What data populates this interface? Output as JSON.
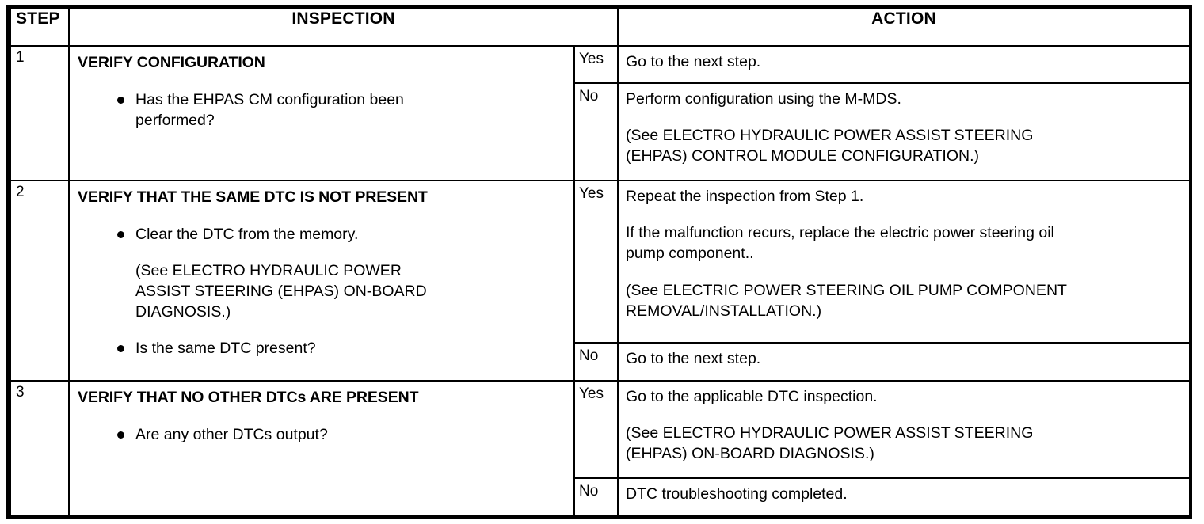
{
  "table": {
    "headers": {
      "step": "STEP",
      "inspection": "INSPECTION",
      "action": "ACTION"
    },
    "answer_labels": {
      "yes": "Yes",
      "no": "No"
    },
    "rows": [
      {
        "step": "1",
        "inspection": {
          "title": "VERIFY CONFIGURATION",
          "bullets": [
            {
              "text": "Has the EHPAS CM configuration been performed?",
              "lines": [
                "Has the EHPAS CM configuration been",
                "performed?"
              ],
              "notes": []
            }
          ]
        },
        "actions": [
          {
            "answer": "Yes",
            "paragraphs": [
              {
                "lines": [
                  "Go to the next step."
                ]
              }
            ]
          },
          {
            "answer": "No",
            "paragraphs": [
              {
                "lines": [
                  "Perform configuration using the M-MDS."
                ]
              },
              {
                "lines": [
                  "(See ELECTRO HYDRAULIC POWER ASSIST STEERING",
                  "(EHPAS) CONTROL MODULE CONFIGURATION.)"
                ]
              }
            ]
          }
        ]
      },
      {
        "step": "2",
        "inspection": {
          "title": "VERIFY THAT THE SAME DTC IS NOT PRESENT",
          "bullets": [
            {
              "text": "Clear the DTC from the memory.",
              "lines": [
                "Clear the DTC from the memory."
              ],
              "notes": [
                {
                  "lines": [
                    "(See ELECTRO HYDRAULIC POWER",
                    "ASSIST STEERING (EHPAS) ON-BOARD",
                    "DIAGNOSIS.)"
                  ]
                }
              ]
            },
            {
              "text": "Is the same DTC present?",
              "lines": [
                "Is the same DTC present?"
              ],
              "notes": []
            }
          ]
        },
        "actions": [
          {
            "answer": "Yes",
            "paragraphs": [
              {
                "lines": [
                  "Repeat the inspection from Step 1."
                ]
              },
              {
                "lines": [
                  "If the malfunction recurs, replace the electric power steering oil",
                  "pump component.."
                ]
              },
              {
                "lines": [
                  "(See ELECTRIC POWER STEERING OIL PUMP COMPONENT",
                  "REMOVAL/INSTALLATION.)"
                ]
              }
            ]
          },
          {
            "answer": "No",
            "paragraphs": [
              {
                "lines": [
                  "Go to the next step."
                ]
              }
            ]
          }
        ]
      },
      {
        "step": "3",
        "inspection": {
          "title": "VERIFY THAT NO OTHER DTCs ARE PRESENT",
          "bullets": [
            {
              "text": "Are any other DTCs output?",
              "lines": [
                "Are any other DTCs output?"
              ],
              "notes": []
            }
          ]
        },
        "actions": [
          {
            "answer": "Yes",
            "paragraphs": [
              {
                "lines": [
                  "Go to the applicable DTC inspection."
                ]
              },
              {
                "lines": [
                  "(See ELECTRO HYDRAULIC POWER ASSIST STEERING",
                  "(EHPAS) ON-BOARD DIAGNOSIS.)"
                ]
              }
            ]
          },
          {
            "answer": "No",
            "paragraphs": [
              {
                "lines": [
                  "DTC troubleshooting completed."
                ]
              }
            ]
          }
        ]
      }
    ]
  },
  "colors": {
    "border": "#000000",
    "text": "#000000",
    "background": "#ffffff"
  }
}
